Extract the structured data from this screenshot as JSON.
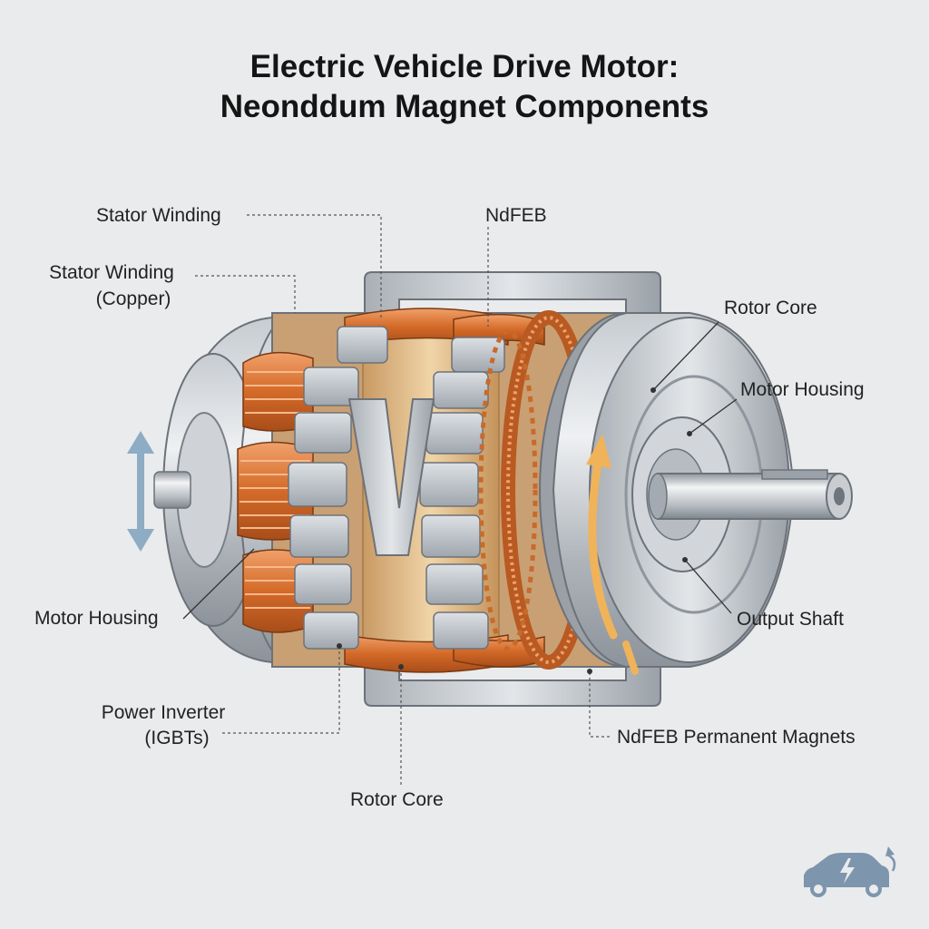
{
  "title": {
    "line1": "Electric Vehicle Drive Motor:",
    "line2": "Neonddum Magnet Components"
  },
  "labels": {
    "stator_winding": "Stator Winding",
    "stator_winding_copper_1": "Stator Winding",
    "stator_winding_copper_2": "(Copper)",
    "ndfeb": "NdFEB",
    "rotor_core_top": "Rotor Core",
    "motor_housing_right": "Motor Housing",
    "motor_housing_left": "Motor Housing",
    "output_shaft": "Output Shaft",
    "power_inverter_1": "Power Inverter",
    "power_inverter_2": "(IGBTs)",
    "ndfeb_magnets": "NdFEB Permanent Magnets",
    "rotor_core_bottom": "Rotor Core"
  },
  "hub_letter": "V",
  "icons": {
    "rotation": "rotation-arrow-icon",
    "vertical": "vertical-arrow-icon",
    "car": "electric-car-icon"
  },
  "colors": {
    "copper": "#d9732f",
    "steel": "#b9bec4",
    "steel_dark": "#8f959c",
    "magnet": "#d3b07e",
    "arrow_orange": "#f0b35a",
    "arrow_blue": "#8eacc4",
    "car": "#7d95ad"
  }
}
